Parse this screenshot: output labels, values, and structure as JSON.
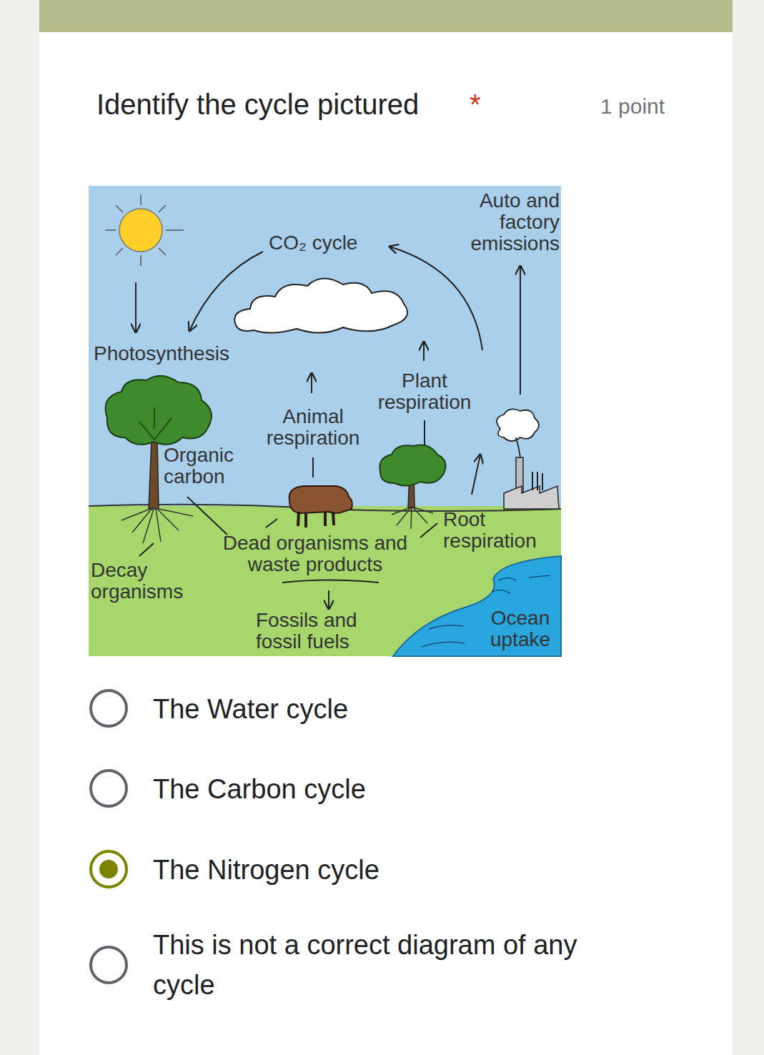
{
  "diagram": {
    "title": "Identify the cycle pictured",
    "labels": [
      "*",
      "1 point",
      "Auto and factory emissions",
      "CO₂ cycle",
      "Photosynthesis",
      "Plant respiration",
      "Animal respiration",
      "Organic carbon",
      "Root respiration",
      "Dead organisms and waste products",
      "Decay organisms",
      "Fossils and fossil fuels",
      "Ocean uptake",
      "The Water cycle",
      "The Carbon cycle",
      "The Nitrogen cycle",
      "This is not a correct diagram of any cycle"
    ]
  }
}
